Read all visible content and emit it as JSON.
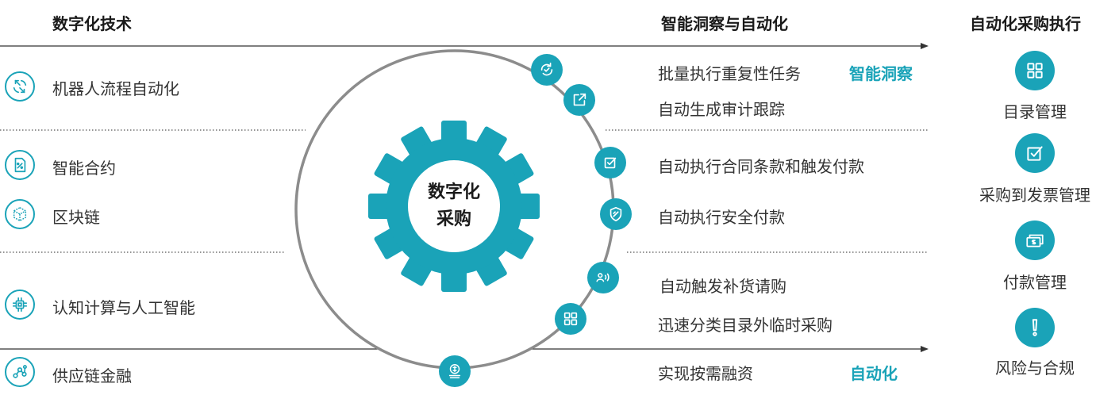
{
  "headers": {
    "digital_tech": "数字化技术",
    "insight_automation": "智能洞察与自动化",
    "auto_procurement": "自动化采购执行"
  },
  "tech_items": [
    {
      "label": "机器人流程自动化",
      "icon": "rpa-icon"
    },
    {
      "label": "智能合约",
      "icon": "smart-contract-icon"
    },
    {
      "label": "区块链",
      "icon": "blockchain-icon"
    },
    {
      "label": "认知计算与人工智能",
      "icon": "ai-chip-icon"
    },
    {
      "label": "供应链金融",
      "icon": "supply-chain-finance-icon"
    }
  ],
  "center": {
    "line1": "数字化",
    "line2": "采购"
  },
  "automation_items": [
    "批量执行重复性任务",
    "自动生成审计跟踪",
    "自动执行合同条款和触发付款",
    "自动执行安全付款",
    "自动触发补货请购",
    "迅速分类目录外临时采购",
    "实现按需融资"
  ],
  "labels": {
    "smart_insight": "智能洞察",
    "automation": "自动化"
  },
  "exec_items": [
    {
      "label": "目录管理",
      "icon": "catalog-grid-icon"
    },
    {
      "label": "采购到发票管理",
      "icon": "invoice-check-icon"
    },
    {
      "label": "付款管理",
      "icon": "payment-icon"
    },
    {
      "label": "风险与合规",
      "icon": "risk-alert-icon"
    }
  ],
  "colors": {
    "accent": "#1aa3b8",
    "ring": "#8c8c8c",
    "text": "#333333"
  }
}
